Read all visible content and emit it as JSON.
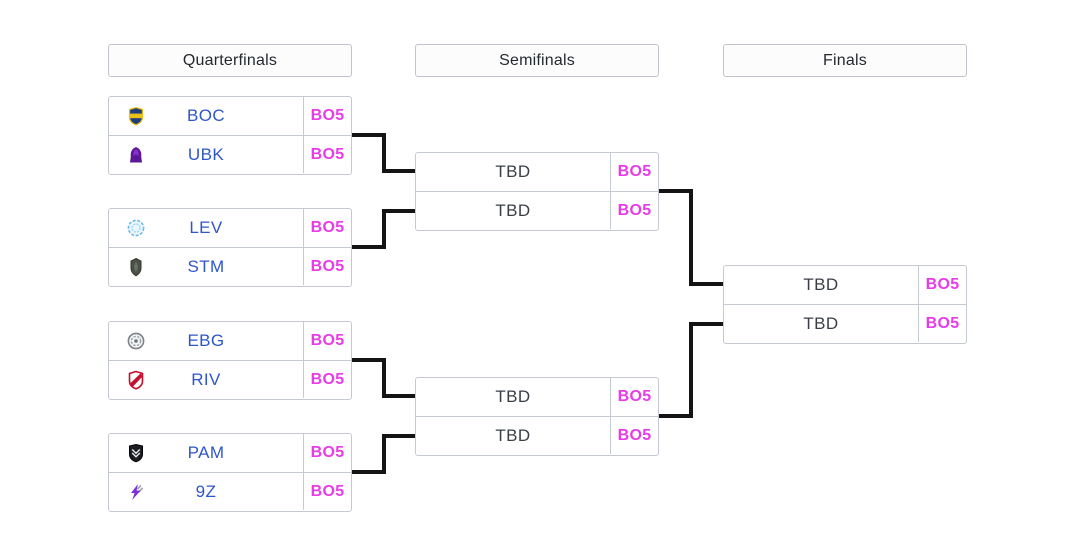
{
  "colors": {
    "team_name": "#2e56c9",
    "tbd": "#3a3f46",
    "bo5": "#e93be9",
    "connector": "#141414",
    "box_border": "#c5cad0",
    "header_text": "#24292e"
  },
  "rounds": [
    {
      "label": "Quarterfinals",
      "matches": [
        {
          "slots": [
            {
              "name": "BOC",
              "icon": "boc-crest-icon",
              "format": "BO5"
            },
            {
              "name": "UBK",
              "icon": "ubk-crest-icon",
              "format": "BO5"
            }
          ]
        },
        {
          "slots": [
            {
              "name": "LEV",
              "icon": "lev-crest-icon",
              "format": "BO5"
            },
            {
              "name": "STM",
              "icon": "stm-crest-icon",
              "format": "BO5"
            }
          ]
        },
        {
          "slots": [
            {
              "name": "EBG",
              "icon": "ebg-crest-icon",
              "format": "BO5"
            },
            {
              "name": "RIV",
              "icon": "riv-crest-icon",
              "format": "BO5"
            }
          ]
        },
        {
          "slots": [
            {
              "name": "PAM",
              "icon": "pam-crest-icon",
              "format": "BO5"
            },
            {
              "name": "9Z",
              "icon": "nine-z-crest-icon",
              "format": "BO5"
            }
          ]
        }
      ]
    },
    {
      "label": "Semifinals",
      "matches": [
        {
          "slots": [
            {
              "name": "TBD",
              "format": "BO5"
            },
            {
              "name": "TBD",
              "format": "BO5"
            }
          ]
        },
        {
          "slots": [
            {
              "name": "TBD",
              "format": "BO5"
            },
            {
              "name": "TBD",
              "format": "BO5"
            }
          ]
        }
      ]
    },
    {
      "label": "Finals",
      "matches": [
        {
          "slots": [
            {
              "name": "TBD",
              "format": "BO5"
            },
            {
              "name": "TBD",
              "format": "BO5"
            }
          ]
        }
      ]
    }
  ]
}
